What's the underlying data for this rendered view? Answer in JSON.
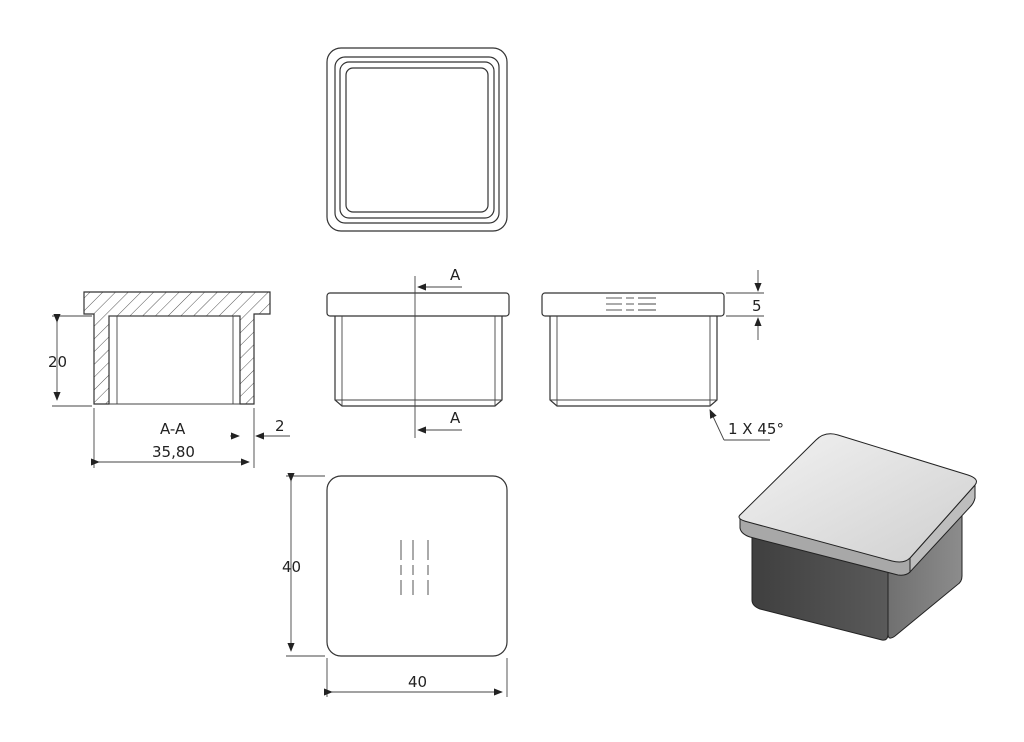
{
  "section_view": {
    "label": "A-A",
    "height_dim": "20",
    "width_dim": "35,80",
    "wall_dim": "2"
  },
  "front_view": {
    "cut_marker_top": "A",
    "cut_marker_bottom": "A"
  },
  "side_view": {
    "flange_dim": "5",
    "chamfer_note": "1 X 45°"
  },
  "bottom_view": {
    "height_dim": "40",
    "width_dim": "40"
  },
  "colors": {
    "line": "#333333",
    "hatch": "#555555",
    "cap_top": "#e6e6e6",
    "body_front": "#4a4a4a",
    "body_side": "#6e6e6e"
  }
}
